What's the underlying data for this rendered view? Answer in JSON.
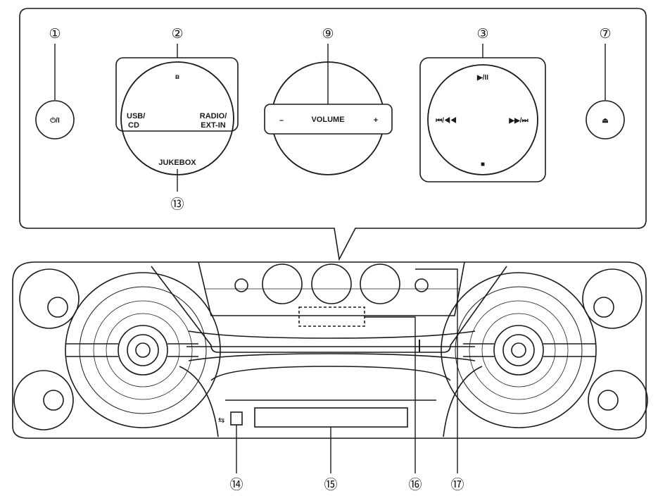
{
  "callouts": {
    "power": "①",
    "source": "②",
    "playback": "③",
    "eject": "⑦",
    "volume": "⑨",
    "jukebox": "⑬",
    "usb_port": "⑭",
    "disc_tray": "⑮",
    "display": "⑯",
    "top_panel": "⑰"
  },
  "labels": {
    "power_symbol": "⏻/I",
    "bluetooth_symbol": "ʙ",
    "usb_cd": [
      "USB/",
      "CD"
    ],
    "radio_ext_in": [
      "RADIO/",
      "EXT-IN"
    ],
    "jukebox": "JUKEBOX",
    "volume": "VOLUME",
    "volume_minus": "–",
    "volume_plus": "+",
    "play_pause": "▶/II",
    "skip_back": "⏮/◀◀",
    "skip_forward": "▶▶/⏭",
    "stop": "■",
    "eject_symbol": "⏏"
  },
  "icons": {
    "power": "power-icon",
    "bluetooth": "bluetooth-icon",
    "eject": "eject-icon",
    "usb": "usb-icon",
    "play_pause": "play-pause-icon",
    "stop": "stop-icon"
  },
  "colors": {
    "line": "#1a1a1a",
    "background": "#ffffff"
  }
}
